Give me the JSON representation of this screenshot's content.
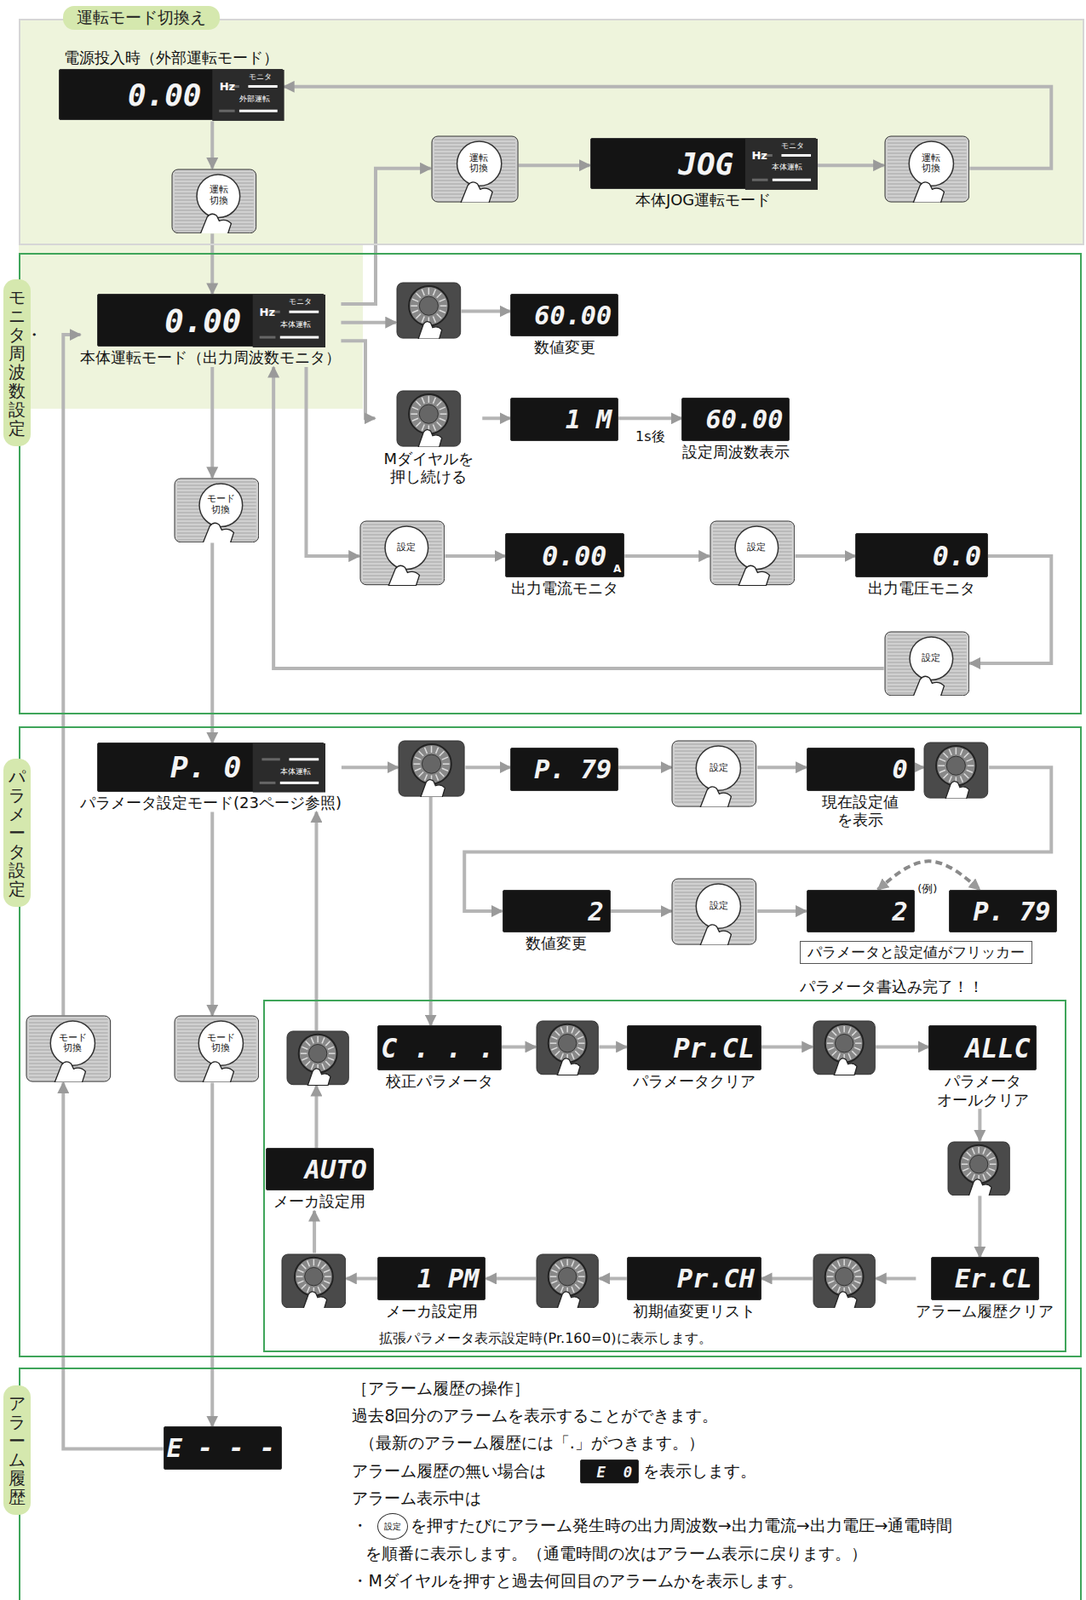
{
  "diagram": {
    "nodes": [
      {
        "text": [
          "運転モード切換え"
        ]
      },
      {
        "text": [
          "電源投入時（外部運転モード）",
          "0.00",
          "Hz",
          "モニタ",
          "外部運転"
        ],
        "in": 0
      },
      {
        "text": [
          "運転 切換"
        ],
        "in": 0
      },
      {
        "text": [
          "運転 切換"
        ],
        "in": 0
      },
      {
        "text": [
          "JOG",
          "Hz",
          "モニタ",
          "本体運転",
          "本体JOG運転モード"
        ],
        "in": 0
      },
      {
        "text": [
          "運転 切換"
        ],
        "in": 0
      },
      {
        "text": [
          "モニタ・周波数設定"
        ]
      },
      {
        "text": [
          "0.00",
          "Hz",
          "モニタ",
          "本体運転",
          "本体運転モード（出力周波数モニタ）"
        ],
        "in": 6
      },
      {
        "text": [],
        "in": 6
      },
      {
        "text": [
          "60.00",
          "数値変更"
        ],
        "in": 6
      },
      {
        "text": [
          "Mダイヤルを 押し続ける"
        ],
        "in": 6
      },
      {
        "text": [
          "1 M"
        ],
        "in": 6
      },
      {
        "text": [
          "60.00",
          "設定周波数表示"
        ],
        "in": 6
      },
      {
        "text": [
          "設定"
        ],
        "in": 6
      },
      {
        "text": [
          "0.00",
          "A",
          "出力電流モニタ"
        ],
        "in": 6
      },
      {
        "text": [
          "設定"
        ],
        "in": 6
      },
      {
        "text": [
          "0.0",
          "出力電圧モニタ"
        ],
        "in": 6
      },
      {
        "text": [
          "設定"
        ],
        "in": 6
      },
      {
        "text": [
          "モード 切換"
        ],
        "in": 6
      },
      {
        "text": [
          "パラメータ設定"
        ]
      },
      {
        "text": [
          "P. 0",
          "本体運転",
          "パラメータ設定モード(23ページ参照)"
        ],
        "in": 19
      },
      {
        "text": [],
        "in": 19
      },
      {
        "text": [
          "P. 79"
        ],
        "in": 19
      },
      {
        "text": [
          "設定"
        ],
        "in": 19
      },
      {
        "text": [
          "0",
          "現在設定値 を表示"
        ],
        "in": 19
      },
      {
        "text": [],
        "in": 19
      },
      {
        "text": [
          "2",
          "数値変更"
        ],
        "in": 19
      },
      {
        "text": [
          "設定"
        ],
        "in": 19
      },
      {
        "text": [
          "2"
        ],
        "in": 19
      },
      {
        "text": [
          "P. 79"
        ],
        "in": 19
      },
      {
        "text": [
          "パラメータと設定値がフリッカー"
        ],
        "in": 19
      },
      {
        "text": [
          "モード 切換"
        ],
        "in": 19
      },
      {
        "text": [
          "モード 切換"
        ],
        "in": 19
      },
      {
        "text": [
          "拡張パラメータ表示設定時(Pr.160=0)に表示します。"
        ],
        "in": 19
      },
      {
        "text": [],
        "in": 33
      },
      {
        "text": [
          "C . . .",
          "校正パラメータ"
        ],
        "in": 33
      },
      {
        "text": [],
        "in": 33
      },
      {
        "text": [
          "Pr.CL",
          "パラメータクリア"
        ],
        "in": 33
      },
      {
        "text": [],
        "in": 33
      },
      {
        "text": [
          "ALLC",
          "パラメータ オールクリア"
        ],
        "in": 33
      },
      {
        "text": [],
        "in": 33
      },
      {
        "text": [
          "Er.CL",
          "アラーム履歴クリア"
        ],
        "in": 33
      },
      {
        "text": [],
        "in": 33
      },
      {
        "text": [
          "Pr.CH",
          "初期値変更リスト"
        ],
        "in": 33
      },
      {
        "text": [],
        "in": 33
      },
      {
        "text": [
          "1 PM",
          "メーカ設定用"
        ],
        "in": 33
      },
      {
        "text": [],
        "in": 33
      },
      {
        "text": [
          "AUTO",
          "メーカ設定用"
        ],
        "in": 33
      },
      {
        "text": [
          "アラーム履歴"
        ]
      },
      {
        "text": [
          "E - - -"
        ],
        "in": 48
      },
      {
        "text": [
          "E  0"
        ],
        "in": 48
      },
      {
        "text": [
          "設定"
        ],
        "in": 48
      }
    ],
    "edges": [
      {
        "from": 1,
        "to": 2,
        "arrow": "to"
      },
      {
        "from": 2,
        "to": 7,
        "arrow": "to"
      },
      {
        "from": 7,
        "to": 3,
        "arrow": "to"
      },
      {
        "from": 3,
        "to": 4,
        "arrow": "to"
      },
      {
        "from": 4,
        "to": 5,
        "arrow": "to"
      },
      {
        "from": 5,
        "to": 1,
        "arrow": "to"
      },
      {
        "from": 7,
        "to": 8,
        "arrow": "to"
      },
      {
        "from": 8,
        "to": 9,
        "arrow": "to"
      },
      {
        "from": 7,
        "to": 10,
        "arrow": "to"
      },
      {
        "from": 10,
        "to": 11,
        "arrow": "to"
      },
      {
        "from": 11,
        "to": 12,
        "label": "1s後",
        "arrow": "to"
      },
      {
        "from": 7,
        "to": 13,
        "arrow": "to"
      },
      {
        "from": 13,
        "to": 14,
        "arrow": "to"
      },
      {
        "from": 14,
        "to": 15,
        "arrow": "to"
      },
      {
        "from": 15,
        "to": 16,
        "arrow": "to"
      },
      {
        "from": 16,
        "to": 17,
        "arrow": "to"
      },
      {
        "from": 17,
        "to": 7,
        "arrow": "to"
      },
      {
        "from": 7,
        "to": 18,
        "arrow": "to"
      },
      {
        "from": 18,
        "to": 20,
        "arrow": "to"
      },
      {
        "from": 20,
        "to": 21,
        "arrow": "to"
      },
      {
        "from": 21,
        "to": 22,
        "arrow": "to"
      },
      {
        "from": 22,
        "to": 23,
        "arrow": "to"
      },
      {
        "from": 23,
        "to": 24,
        "arrow": "to"
      },
      {
        "from": 24,
        "to": 25,
        "arrow": "to"
      },
      {
        "from": 25,
        "to": 26,
        "arrow": "to"
      },
      {
        "from": 26,
        "to": 27,
        "arrow": "to"
      },
      {
        "from": 27,
        "to": 28,
        "arrow": "to"
      },
      {
        "from": 28,
        "to": 29,
        "arrow": "both"
      },
      {
        "from": 20,
        "to": 32,
        "arrow": "to"
      },
      {
        "from": 32,
        "to": 49,
        "arrow": "to"
      },
      {
        "from": 21,
        "to": 35,
        "arrow": "to"
      },
      {
        "from": 35,
        "to": 36,
        "arrow": "to"
      },
      {
        "from": 36,
        "to": 37,
        "arrow": "to"
      },
      {
        "from": 37,
        "to": 38,
        "arrow": "to"
      },
      {
        "from": 38,
        "to": 39,
        "arrow": "to"
      },
      {
        "from": 39,
        "to": 40,
        "arrow": "to"
      },
      {
        "from": 40,
        "to": 41,
        "arrow": "to"
      },
      {
        "from": 41,
        "to": 42,
        "arrow": "to"
      },
      {
        "from": 42,
        "to": 43,
        "arrow": "to"
      },
      {
        "from": 43,
        "to": 44,
        "arrow": "to"
      },
      {
        "from": 44,
        "to": 45,
        "arrow": "to"
      },
      {
        "from": 45,
        "to": 46,
        "arrow": "to"
      },
      {
        "from": 46,
        "to": 47,
        "arrow": "to"
      },
      {
        "from": 47,
        "to": 34,
        "arrow": "to"
      },
      {
        "from": 34,
        "to": 20,
        "arrow": "to"
      },
      {
        "from": 49,
        "to": 31,
        "arrow": "to"
      },
      {
        "from": 31,
        "to": 7,
        "arrow": "to"
      }
    ],
    "labels": [
      "(例)",
      "パラメータ書込み完了！！",
      "［アラーム履歴の操作］",
      "過去8回分のアラームを表示することができます。",
      "（最新のアラーム履歴には「.」がつきます。）",
      "アラーム履歴の無い場合は",
      "を表示します。",
      "アラーム表示中は",
      "・",
      "を押すたびにアラーム発生時の出力周波数→出力電流→出力電圧→通電時間",
      "を順番に表示します。（通電時間の次はアラーム表示に戻ります。）",
      "・Mダイヤルを押すと過去何回目のアラームかを表示します。"
    ]
  }
}
